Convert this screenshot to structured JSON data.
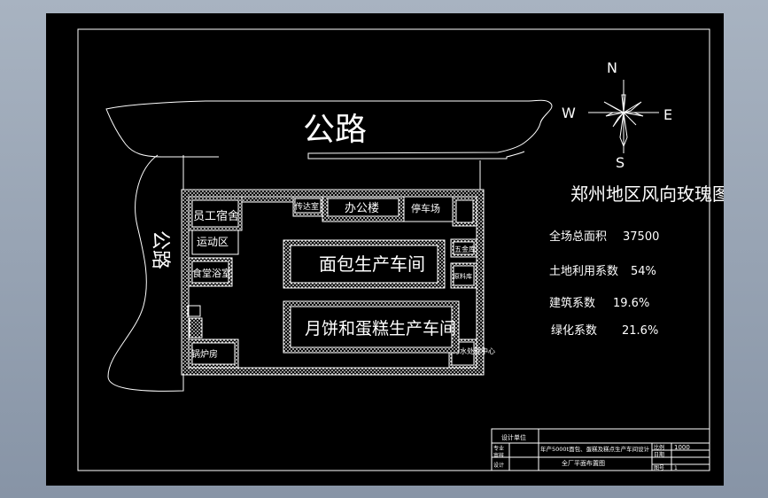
{
  "road": {
    "top_label": "公路",
    "left_label": "公路"
  },
  "buildings": {
    "dormitory": "员工宿舍",
    "sports": "运动区",
    "canteen": "食堂浴室",
    "boiler": "锅炉房",
    "reception": "传达室",
    "office": "办公楼",
    "parking": "停车场",
    "bread_workshop": "面包生产车间",
    "mooncake_workshop": "月饼和蛋糕生产车间",
    "hardware": "五金库",
    "raw_material": "原料库",
    "sewage": "污水处理中心"
  },
  "compass": {
    "n": "N",
    "s": "S",
    "e": "E",
    "w": "W",
    "caption": "郑州地区风向玫瑰图"
  },
  "stats": [
    {
      "label": "全场总面积",
      "value": "37500"
    },
    {
      "label": "土地利用系数",
      "value": "54%"
    },
    {
      "label": "建筑系数",
      "value": "19.6%"
    },
    {
      "label": "绿化系数",
      "value": "21.6%"
    }
  ],
  "title_block": {
    "unit": "设计单位",
    "design_title": "年产5000t面包、蛋糕及糕点生产车间设计",
    "scale_label": "比例",
    "scale_value": "1000",
    "date_label": "日期",
    "sheet_label": "图号",
    "sheet_value": "1",
    "drawing_name": "全厂平面布置图",
    "roles": [
      "专业",
      "审核",
      "设计"
    ]
  }
}
